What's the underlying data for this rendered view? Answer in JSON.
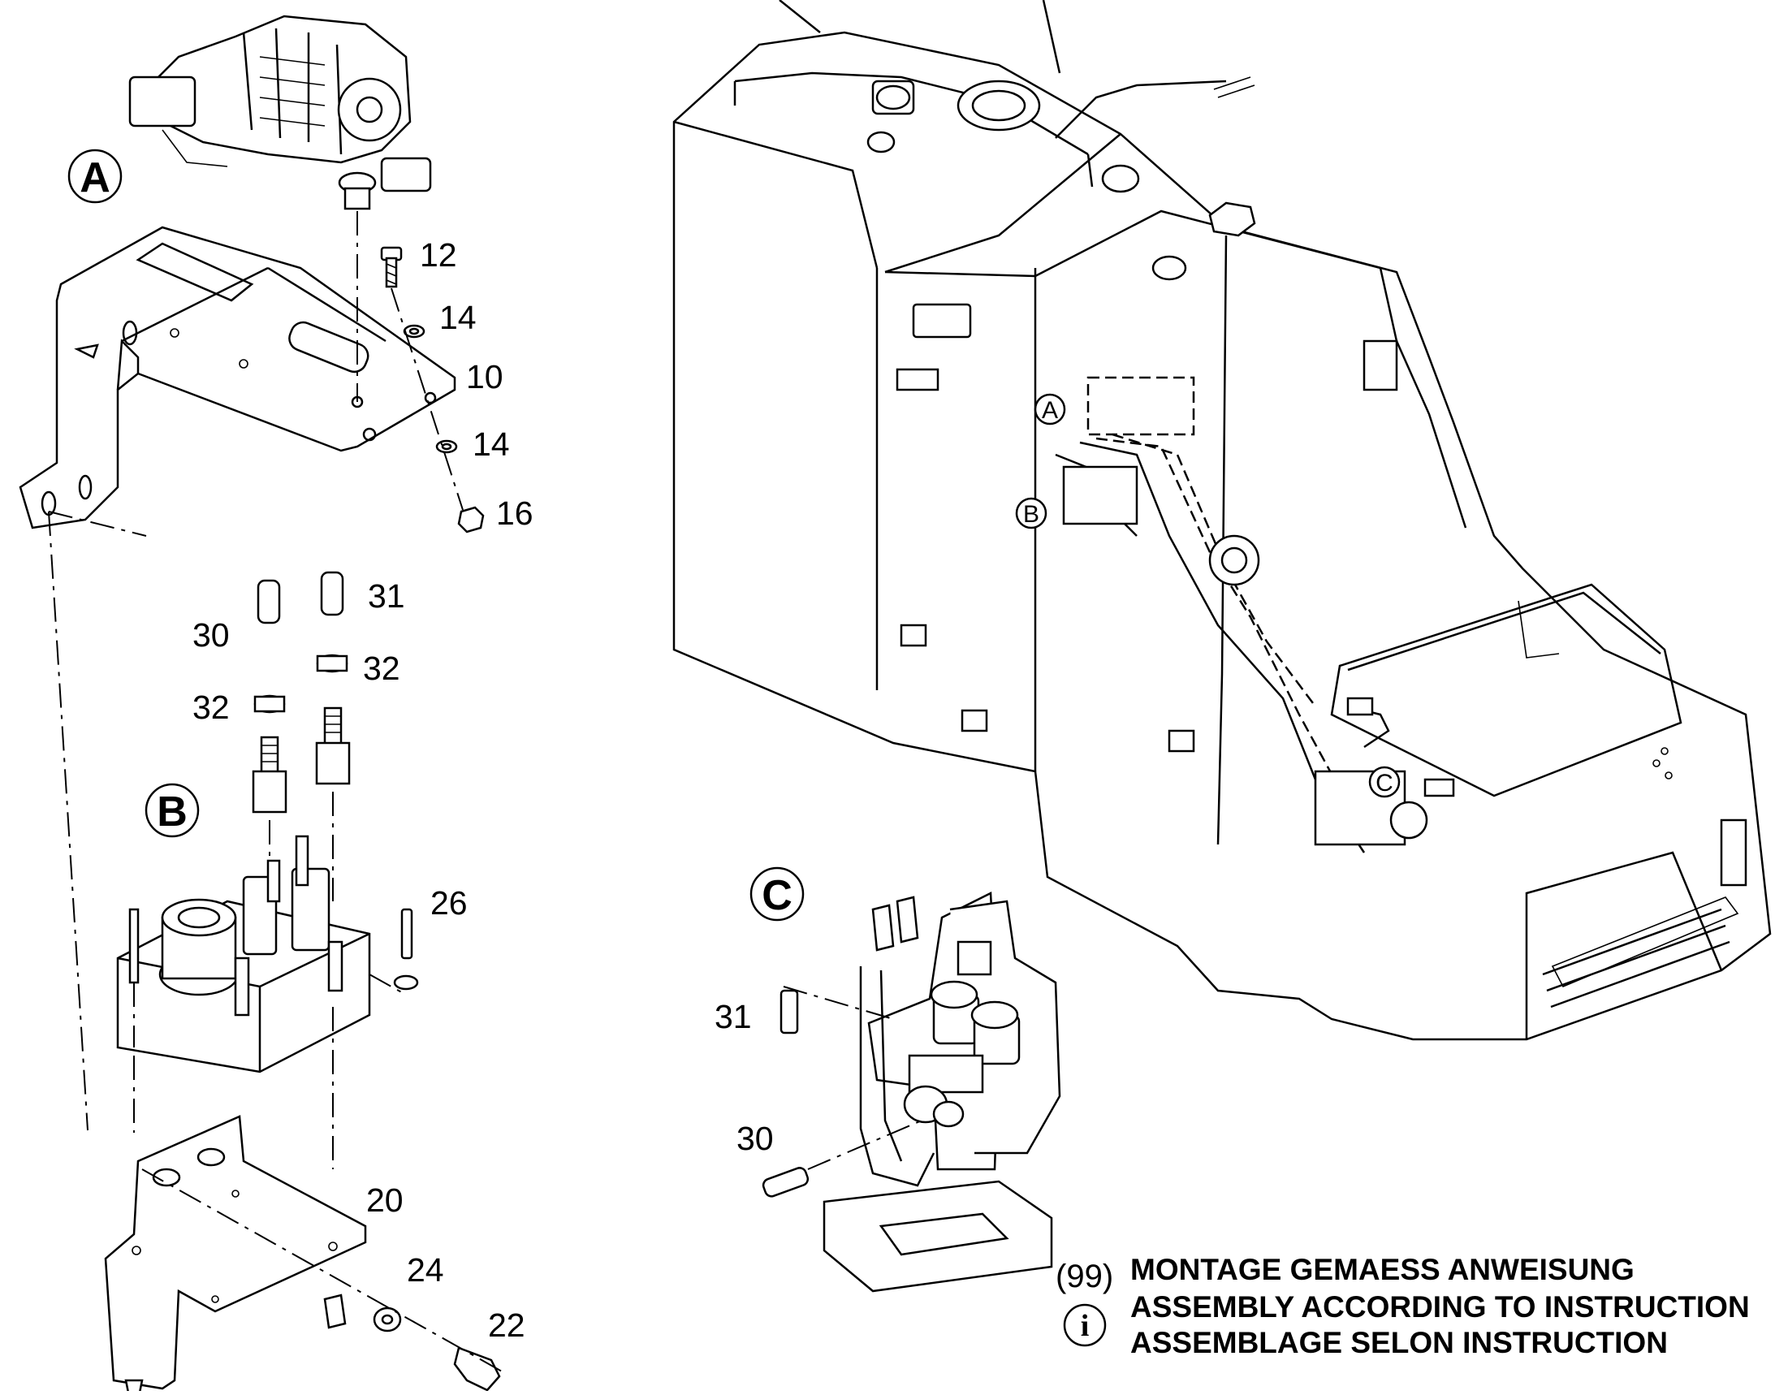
{
  "callouts": {
    "A": "A",
    "B": "B",
    "C": "C"
  },
  "part_numbers": {
    "p12": "12",
    "p14a": "14",
    "p10": "10",
    "p14b": "14",
    "p16": "16",
    "p31": "31",
    "p30": "30",
    "p32a": "32",
    "p32b": "32",
    "p26": "26",
    "p20": "20",
    "p24": "24",
    "p22": "22",
    "c31": "31",
    "c30": "30"
  },
  "notice": {
    "ref": "(99)",
    "info_symbol": "i",
    "line_de": "MONTAGE GEMAESS ANWEISUNG",
    "line_en": "ASSEMBLY ACCORDING TO INSTRUCTION",
    "line_fr": "ASSEMBLAGE SELON INSTRUCTION"
  }
}
